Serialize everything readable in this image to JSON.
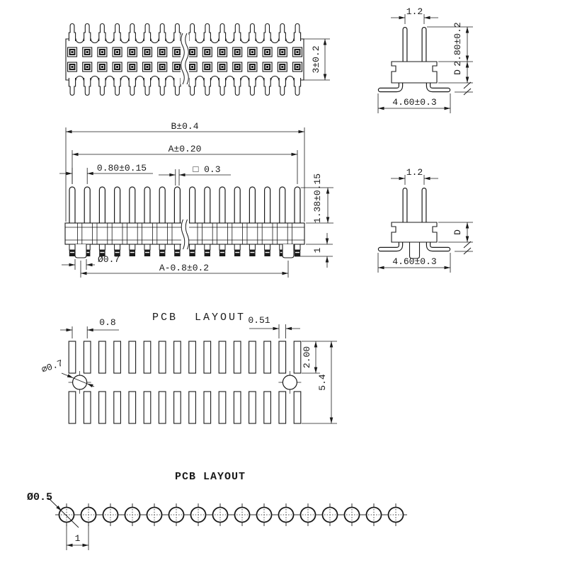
{
  "colors": {
    "line": "#1a1a1a",
    "background": "#ffffff"
  },
  "top_view": {
    "pin_columns": 16,
    "contact_rows": 2,
    "dim_body_width": "3±0.2"
  },
  "side_view_upper": {
    "dim_pin_pitch": "1.2",
    "dim_pin_height": "2.80±0.2",
    "dim_body_thickness": "D",
    "dim_leg_span": "4.60±0.3"
  },
  "front_view": {
    "pin_count": 16,
    "dim_overall_width": "B±0.4",
    "dim_pin_span": "A±0.20",
    "dim_pin_pitch": "0.80±0.15",
    "dim_pin_square": "□ 0.3",
    "dim_pin_length": "1.38±0.15",
    "dim_foot_height": "1",
    "dim_peg_diameter": "Ø0.7",
    "dim_peg_span": "A-0.8±0.2"
  },
  "side_view_lower": {
    "dim_pin_pitch": "1.2",
    "dim_body_thickness": "D",
    "dim_leg_span": "4.60±0.3"
  },
  "pcb_layout_smd": {
    "title": "PCB  LAYOUT",
    "pads_per_row": 16,
    "pad_rows": 2,
    "dim_pad_pitch": "0.8",
    "dim_pad_width": "0.51",
    "dim_pad_length": "2.00",
    "dim_row_span": "5.4",
    "dim_hole_diameter": "⌀0.7"
  },
  "pcb_layout_through_hole": {
    "title": "PCB LAYOUT",
    "hole_count": 16,
    "dim_hole_diameter": "Ø0.5",
    "dim_hole_pitch": "1"
  }
}
